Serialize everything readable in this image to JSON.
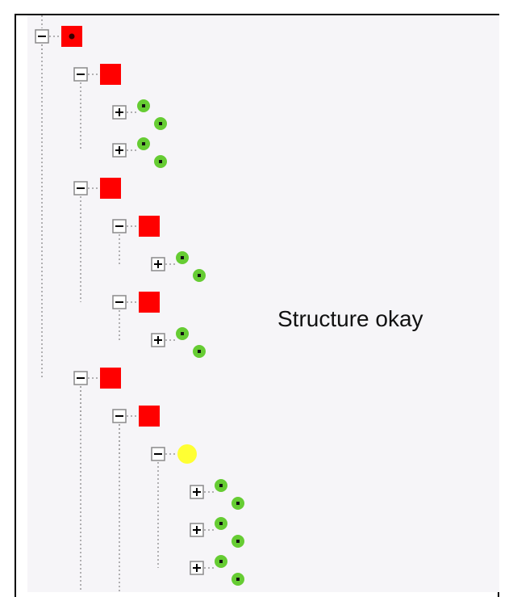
{
  "status_message": "Structure okay",
  "colors": {
    "panel_background": "#f6f5f8",
    "container_node": "#ff0000",
    "leaf_node": "#66cc33",
    "pending_node": "#ffff33",
    "toggle_border": "#8a8a8a",
    "connector": "#9a9a9a"
  },
  "icons": {
    "expanded_toggle": "minus-box-icon",
    "collapsed_toggle": "plus-box-icon",
    "container": "red-square-icon",
    "leaf": "green-dot-icon",
    "pending": "yellow-circle-icon"
  },
  "tree": {
    "node": "red-square",
    "toggle": "expanded",
    "children": [
      {
        "node": "red-square",
        "toggle": "expanded",
        "children": [
          {
            "node": "green-dot-pair",
            "toggle": "collapsed"
          },
          {
            "node": "green-dot-pair",
            "toggle": "collapsed"
          }
        ]
      },
      {
        "node": "red-square",
        "toggle": "expanded",
        "children": [
          {
            "node": "red-square",
            "toggle": "expanded",
            "children": [
              {
                "node": "green-dot-pair",
                "toggle": "collapsed"
              }
            ]
          },
          {
            "node": "red-square",
            "toggle": "expanded",
            "children": [
              {
                "node": "green-dot-pair",
                "toggle": "collapsed"
              }
            ]
          }
        ]
      },
      {
        "node": "red-square",
        "toggle": "expanded",
        "children": [
          {
            "node": "red-square",
            "toggle": "expanded",
            "children": [
              {
                "node": "yellow-circle",
                "toggle": "expanded",
                "children": [
                  {
                    "node": "green-dot-pair",
                    "toggle": "collapsed"
                  },
                  {
                    "node": "green-dot-pair",
                    "toggle": "collapsed"
                  },
                  {
                    "node": "green-dot-pair",
                    "toggle": "collapsed"
                  }
                ]
              }
            ]
          }
        ]
      }
    ]
  }
}
